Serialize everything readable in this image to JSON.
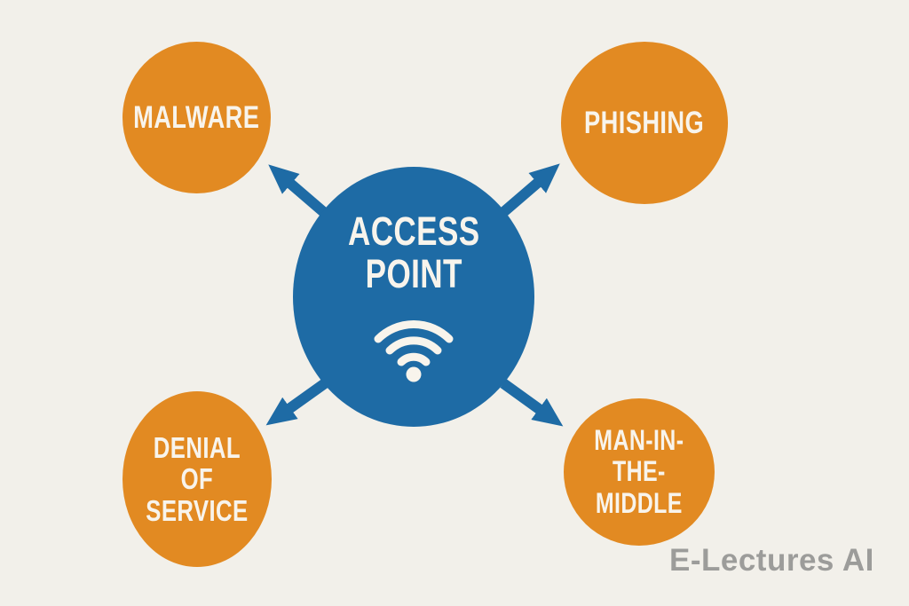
{
  "diagram": {
    "title_implicit": "Access point attack types",
    "background_color": "#f2f0ea",
    "center_node": {
      "label": "ACCESS\nPOINT",
      "fill_color": "#1e6ba5",
      "text_color": "#f8f4ec",
      "icon": "wifi-icon"
    },
    "threat_fill_color": "#e28a22",
    "threat_nodes": [
      {
        "id": "malware",
        "label": "MALWARE"
      },
      {
        "id": "phishing",
        "label": "PHISHING"
      },
      {
        "id": "denial-of-service",
        "label": "DENIAL\nOF\nSERVICE"
      },
      {
        "id": "man-in-the-middle",
        "label": "MAN-IN-\nTHE-\nMIDDLE"
      }
    ],
    "arrow_color": "#1e6ba5",
    "watermark": {
      "text": "E-Lectures AI",
      "color": "#9c9c9a"
    }
  }
}
